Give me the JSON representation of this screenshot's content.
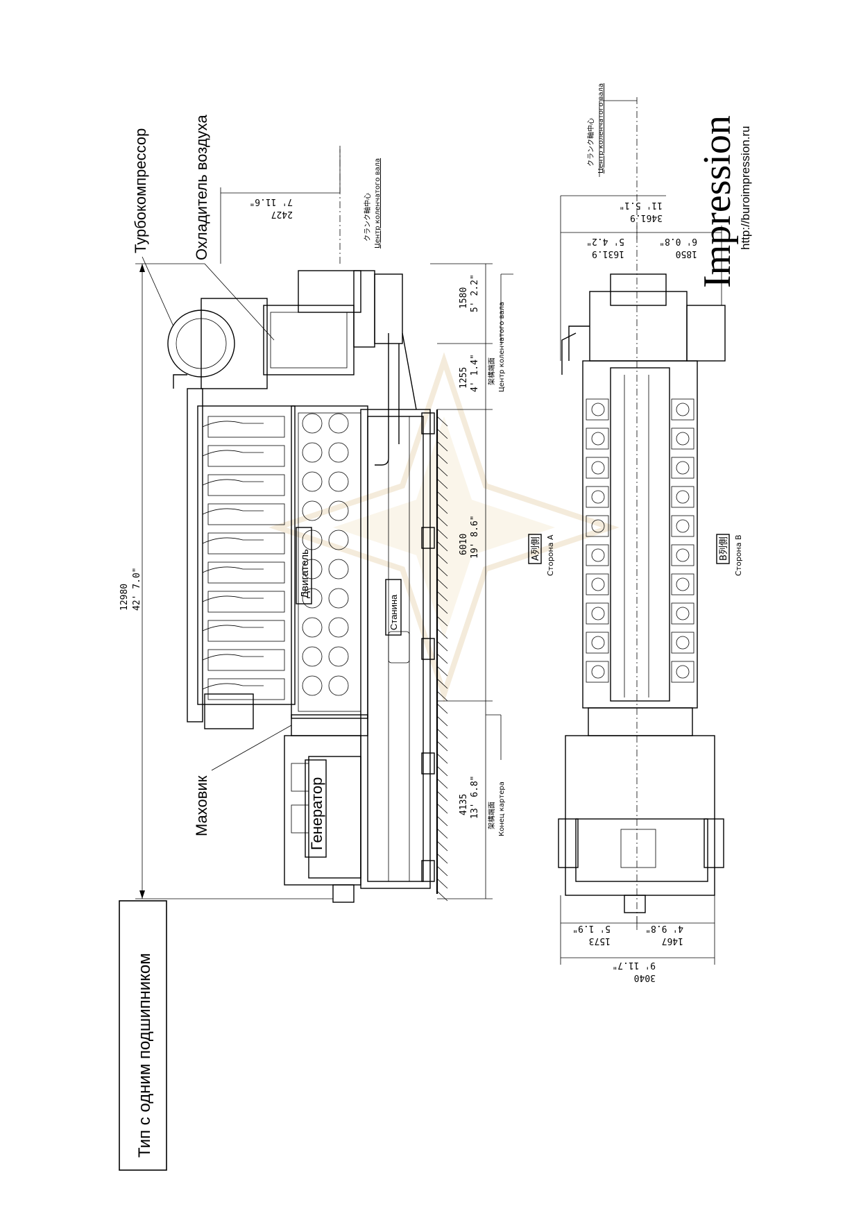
{
  "title_box": "Тип с одним подшипником",
  "labels": {
    "turbocharger": "Турбокомпрессор",
    "air_cooler": "Охладитель воздуха",
    "flywheel": "Маховик",
    "generator": "Генератор",
    "engine": "Двигатель",
    "frame": "Станина",
    "side_a_jp": "A列側",
    "side_a": "Сторона A",
    "side_b_jp": "B列側",
    "side_b": "Сторона B"
  },
  "notes": {
    "crank_center_jp": "クランク軸中心",
    "crank_center": "Центр коленчатого вала",
    "crank_end_jp": "架構端面",
    "crankcase_end": "Конец картера",
    "shaft_center_jp": "架構端面",
    "shaft_center": "Центр коленчатого вала"
  },
  "dimensions": {
    "overall_length": "12980",
    "overall_length_ft": "42' 7.0\"",
    "top_offset": "2427",
    "top_offset_ft": "7' 11.6\"",
    "d1580": "1580",
    "d1580_ft": "5' 2.2\"",
    "d1255": "1255",
    "d1255_ft": "4' 1.4\"",
    "d6010": "6010",
    "d6010_ft": "19' 8.6\"",
    "d4135": "4135",
    "d4135_ft": "13' 6.8\"",
    "d3461": "3461.9",
    "d3461_ft": "11' 5.1\"",
    "d1631": "1631.9",
    "d1631_ft": "5' 4.2\"",
    "d1850": "1850",
    "d1850_ft": "6' 0.8\"",
    "d1573": "1573",
    "d1573_ft": "5' 1.9\"",
    "d1467": "1467",
    "d1467_ft": "4' 9.8\"",
    "d3040": "3040",
    "d3040_ft": "9' 11.7\""
  },
  "brand": {
    "name": "Impression",
    "url": "http://buroimpression.ru"
  },
  "cylinders_per_bank": 10
}
